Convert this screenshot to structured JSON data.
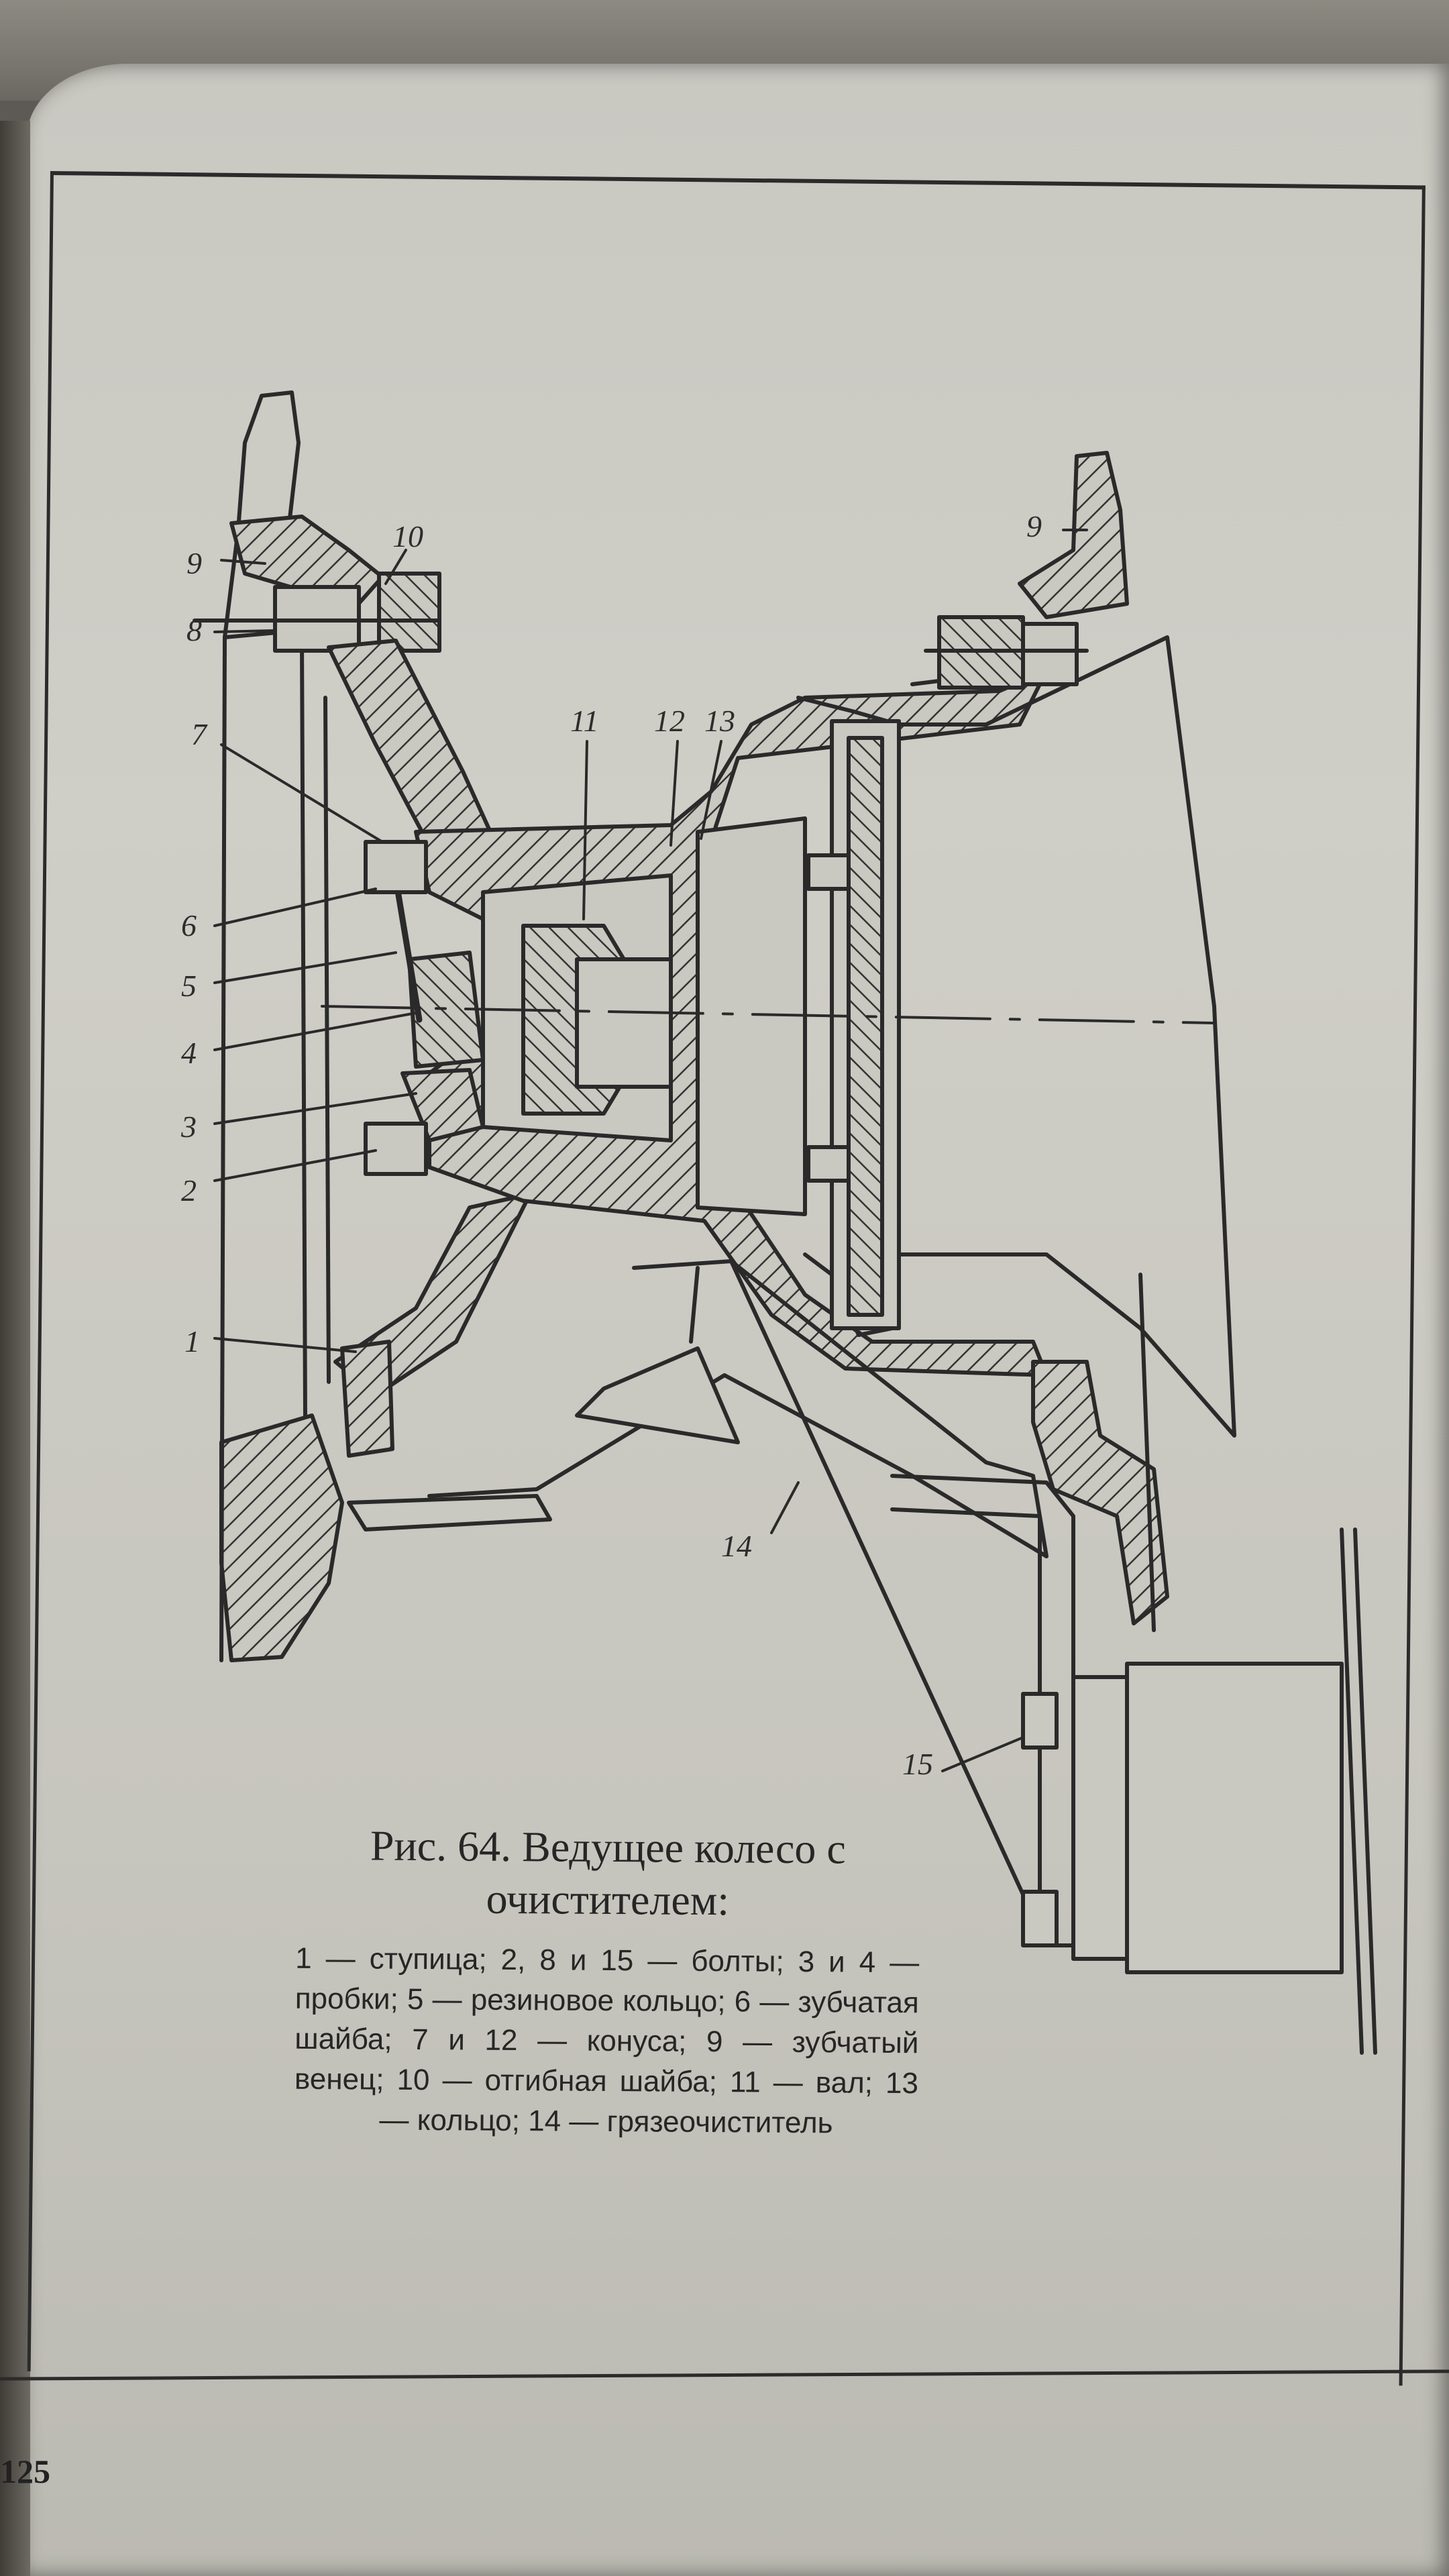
{
  "figure": {
    "labels": [
      "1",
      "2",
      "3",
      "4",
      "5",
      "6",
      "7",
      "8",
      "9",
      "9",
      "10",
      "11",
      "12",
      "13",
      "14",
      "15"
    ],
    "caption_title": "Рис. 64. Ведущее колесо с очистителем:",
    "legend": "1 — ступица; 2, 8 и 15 — болты; 3 и 4 — пробки; 5 — резиновое кольцо; 6 — зубчатая шайба; 7 и 12 — конуса; 9 — зубчатый венец; 10 — отгибная шайба; 11 — вал; 13 — кольцо; 14 — грязеочиститель"
  },
  "page_number": "125"
}
